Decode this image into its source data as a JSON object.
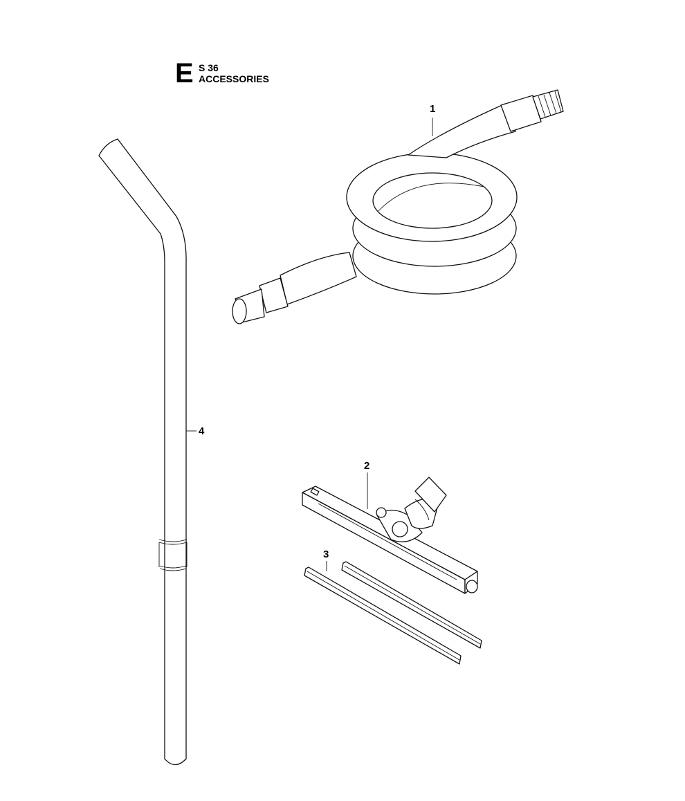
{
  "header": {
    "section_letter": "E",
    "model": "S 36",
    "title": "ACCESSORIES"
  },
  "callouts": [
    {
      "number": "1",
      "part": "hose"
    },
    {
      "number": "2",
      "part": "floor-nozzle"
    },
    {
      "number": "3",
      "part": "rubber-strips"
    },
    {
      "number": "4",
      "part": "suction-tube"
    }
  ],
  "colors": {
    "line": "#111111",
    "background": "#ffffff"
  }
}
